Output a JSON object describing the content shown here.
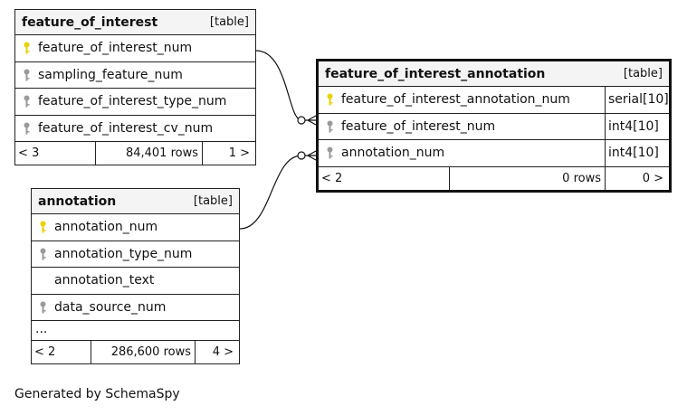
{
  "tables": {
    "feature_of_interest": {
      "name": "feature_of_interest",
      "kind": "[table]",
      "columns": [
        {
          "name": "feature_of_interest_num",
          "key": "primary"
        },
        {
          "name": "sampling_feature_num",
          "key": "foreign"
        },
        {
          "name": "feature_of_interest_type_num",
          "key": "foreign"
        },
        {
          "name": "feature_of_interest_cv_num",
          "key": "foreign"
        }
      ],
      "footer": {
        "parents": "< 3",
        "rows": "84,401 rows",
        "children": "1 >"
      }
    },
    "annotation": {
      "name": "annotation",
      "kind": "[table]",
      "columns": [
        {
          "name": "annotation_num",
          "key": "primary"
        },
        {
          "name": "annotation_type_num",
          "key": "foreign"
        },
        {
          "name": "annotation_text",
          "key": "none"
        },
        {
          "name": "data_source_num",
          "key": "foreign"
        }
      ],
      "more": "...",
      "footer": {
        "parents": "< 2",
        "rows": "286,600 rows",
        "children": "4 >"
      }
    },
    "feature_of_interest_annotation": {
      "name": "feature_of_interest_annotation",
      "kind": "[table]",
      "columns": [
        {
          "name": "feature_of_interest_annotation_num",
          "type": "serial[10]",
          "key": "primary"
        },
        {
          "name": "feature_of_interest_num",
          "type": "int4[10]",
          "key": "foreign"
        },
        {
          "name": "annotation_num",
          "type": "int4[10]",
          "key": "foreign"
        }
      ],
      "footer": {
        "parents": "< 2",
        "rows": "0 rows",
        "children": "0 >"
      }
    }
  },
  "colors": {
    "primary_key": "#e8d200",
    "foreign_key": "#9a9a9a",
    "header_bg": "#f4f4f4"
  },
  "credit": "Generated by SchemaSpy"
}
